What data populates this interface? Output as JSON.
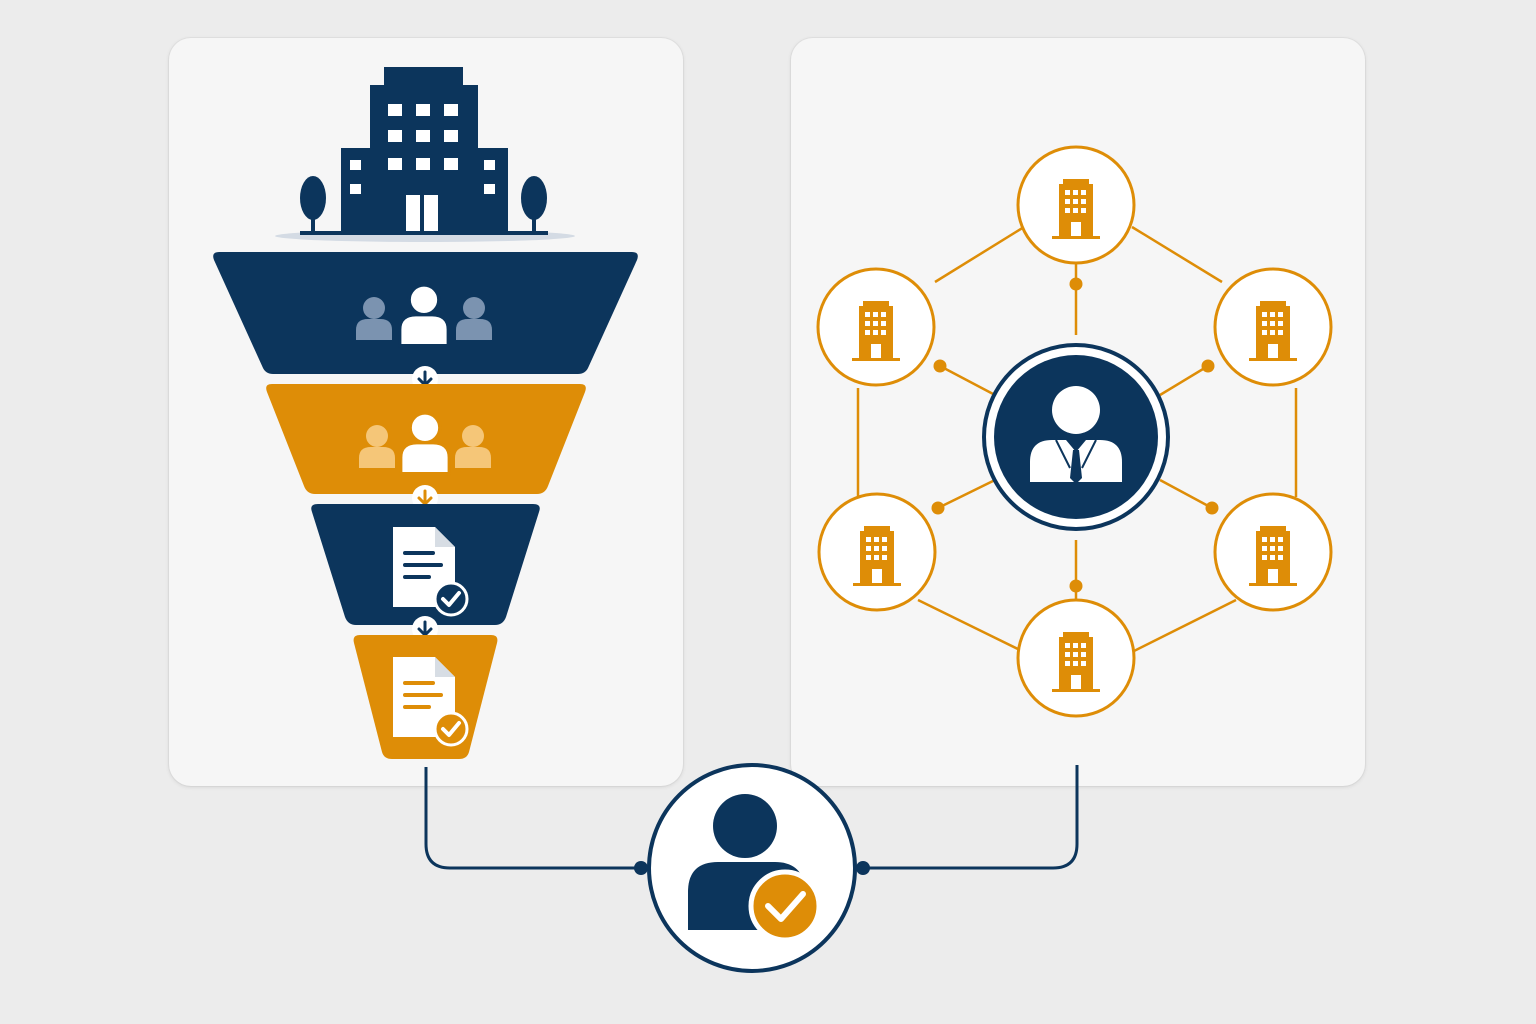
{
  "colors": {
    "navy": "#0c355c",
    "orange": "#de8d07",
    "navy_light": "#7b93b0",
    "orange_light": "#f1b75a",
    "panel": "#f6f6f6",
    "background": "#ececec",
    "white": "#ffffff"
  },
  "funnel": {
    "top_icon": "office-building-icon",
    "stages": [
      {
        "color": "navy",
        "icon": "people-group-icon"
      },
      {
        "color": "orange",
        "icon": "people-group-icon"
      },
      {
        "color": "navy",
        "icon": "document-check-icon"
      },
      {
        "color": "orange",
        "icon": "document-check-icon"
      }
    ],
    "connector_icon": "arrow-down-icon"
  },
  "network": {
    "center_icon": "businessman-icon",
    "satellite_icon": "office-building-icon",
    "satellite_count": 6
  },
  "bottom_node": {
    "icon": "user-check-icon"
  }
}
